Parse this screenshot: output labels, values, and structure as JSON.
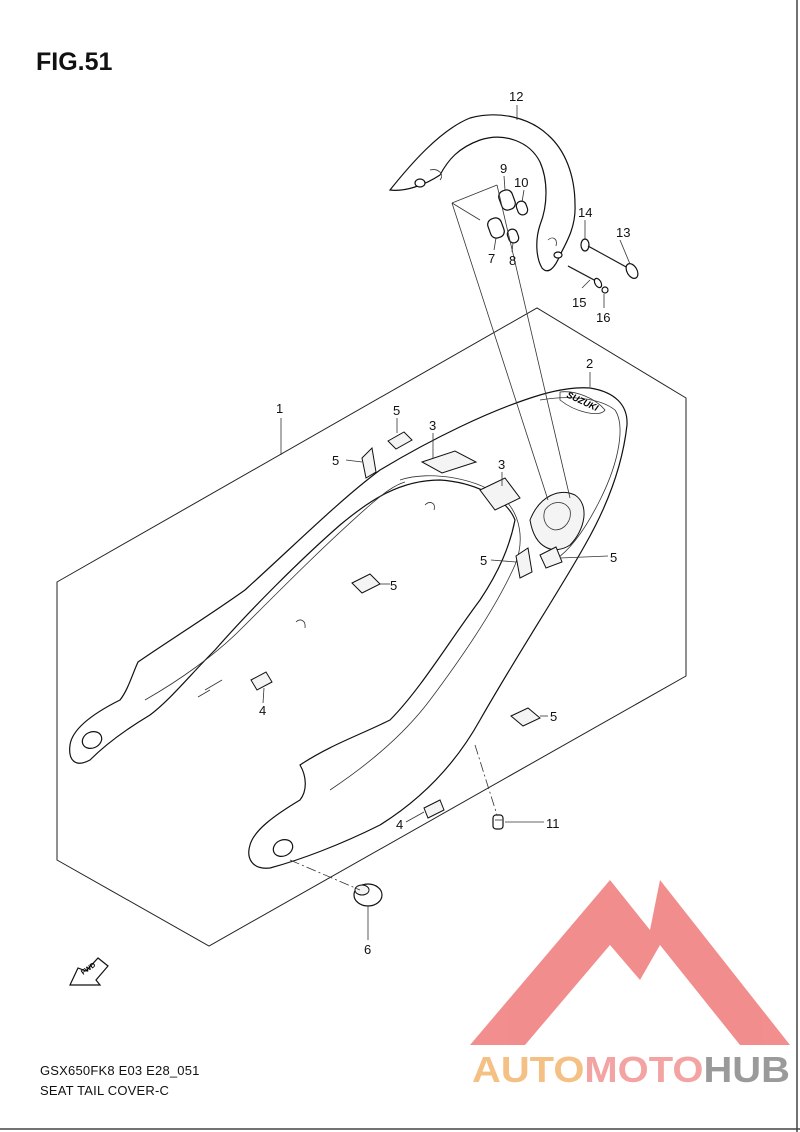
{
  "figure": {
    "title": "FIG.51",
    "model_code": "GSX650FK8 E03 E28_051",
    "caption": "SEAT TAIL COVER-C"
  },
  "parts": [
    {
      "id": "p1",
      "number": "1"
    },
    {
      "id": "p2",
      "number": "2"
    },
    {
      "id": "p3a",
      "number": "3"
    },
    {
      "id": "p3b",
      "number": "3"
    },
    {
      "id": "p4a",
      "number": "4"
    },
    {
      "id": "p4b",
      "number": "4"
    },
    {
      "id": "p5a",
      "number": "5"
    },
    {
      "id": "p5b",
      "number": "5"
    },
    {
      "id": "p5c",
      "number": "5"
    },
    {
      "id": "p5d",
      "number": "5"
    },
    {
      "id": "p5e",
      "number": "5"
    },
    {
      "id": "p5f",
      "number": "5"
    },
    {
      "id": "p6",
      "number": "6"
    },
    {
      "id": "p7",
      "number": "7"
    },
    {
      "id": "p8",
      "number": "8"
    },
    {
      "id": "p9",
      "number": "9"
    },
    {
      "id": "p10",
      "number": "10"
    },
    {
      "id": "p11",
      "number": "11"
    },
    {
      "id": "p12",
      "number": "12"
    },
    {
      "id": "p13",
      "number": "13"
    },
    {
      "id": "p14",
      "number": "14"
    },
    {
      "id": "p15",
      "number": "15"
    },
    {
      "id": "p16",
      "number": "16"
    }
  ],
  "fwd_marker": "FWD",
  "decal_text": "SUZUKI",
  "watermark": {
    "part1": "AUTO",
    "part2": "MOTO",
    "part3": "HUB",
    "colors": {
      "auto": "#f5c084",
      "moto": "#f4a3a3",
      "hub": "#9a9a9a",
      "logo": "#f07a7a"
    }
  }
}
